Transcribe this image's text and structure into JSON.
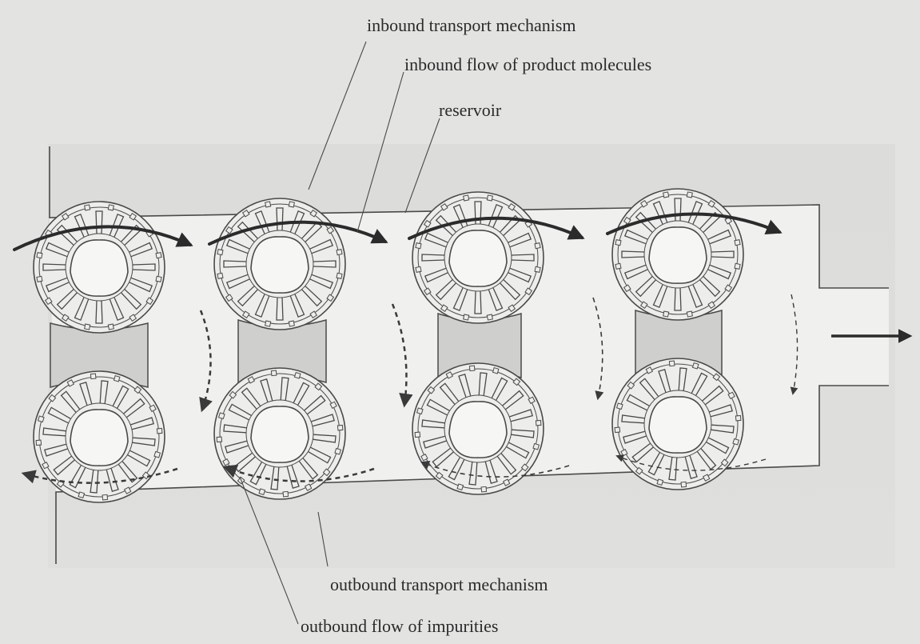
{
  "labels": {
    "inbound_transport_mechanism": "inbound transport mechanism",
    "inbound_flow": "inbound flow of product molecules",
    "reservoir": "reservoir",
    "outbound_transport_mechanism": "outbound transport mechanism",
    "outbound_flow": "outbound flow of impurities"
  },
  "colors": {
    "background": "#e3e3e1",
    "channel_fill": "#f0f0ee",
    "line": "#4a4a4a",
    "arrow": "#2b2b2b",
    "rotor_fill": "#ededeb",
    "spacer_fill": "#cfcfcd"
  }
}
